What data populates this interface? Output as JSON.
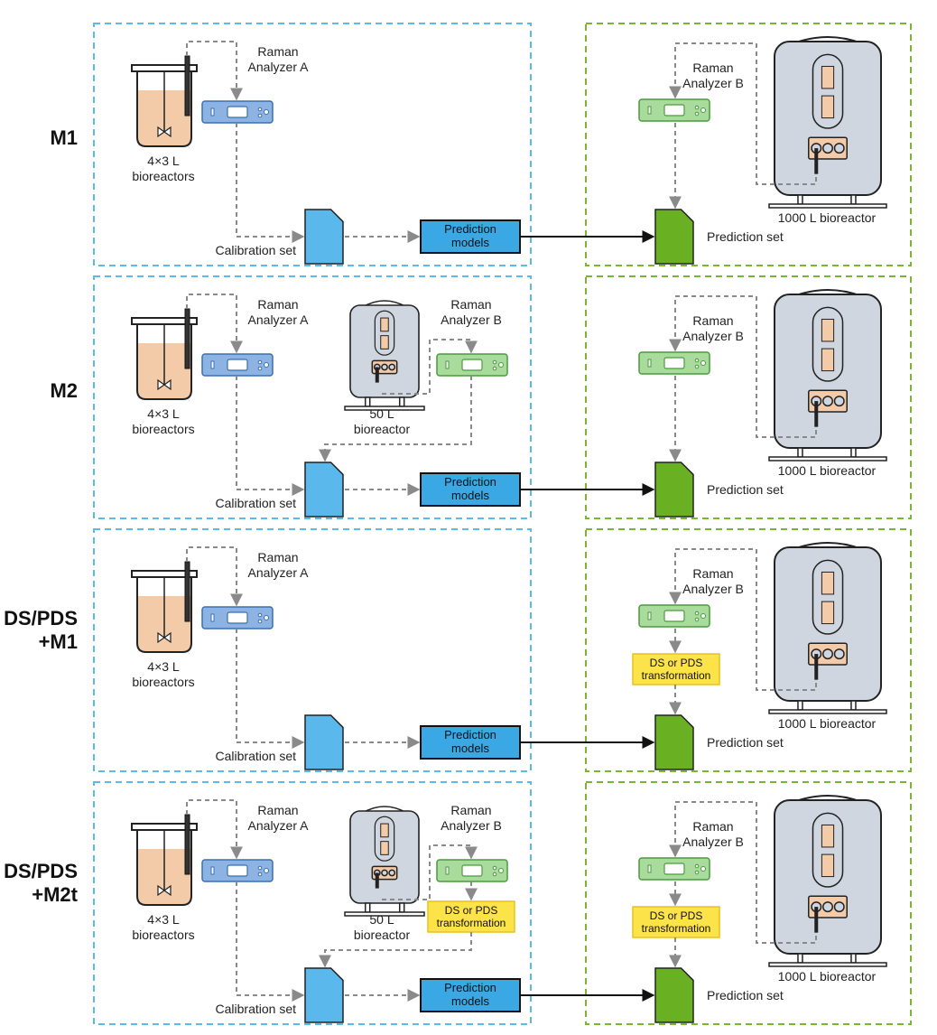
{
  "colors": {
    "left_dash": "#5bbbe6",
    "right_dash": "#7ab534",
    "flow_dash": "#8a8a8a",
    "liquid": "#f3cba8",
    "analyzer_a": "#8db3e2",
    "analyzer_b": "#a9dc9c",
    "calibration_doc": "#5bb8ec",
    "prediction_doc": "#6ab023",
    "prediction_box": "#3aa8e4",
    "yellow": "#fde34a",
    "reactor_body": "#cfd6e0"
  },
  "rows": [
    {
      "label": "M1",
      "analyzer_a": "Raman\nAnalyzer A",
      "small_reactor": "4×3 L\nbioreactors",
      "calibration": "Calibration set",
      "prediction_models": "Prediction\nmodels",
      "analyzer_b_right": "Raman\nAnalyzer B",
      "big_reactor": "1000 L bioreactor",
      "prediction_set": "Prediction set",
      "has_50L": false,
      "left_transform": false,
      "right_transform": false
    },
    {
      "label": "M2",
      "analyzer_a": "Raman\nAnalyzer A",
      "small_reactor": "4×3 L\nbioreactors",
      "mid_reactor": "50 L\nbioreactor",
      "analyzer_b_left": "Raman\nAnalyzer B",
      "calibration": "Calibration set",
      "prediction_models": "Prediction\nmodels",
      "analyzer_b_right": "Raman\nAnalyzer B",
      "big_reactor": "1000 L bioreactor",
      "prediction_set": "Prediction set",
      "has_50L": true,
      "left_transform": false,
      "right_transform": false
    },
    {
      "label": "DS/PDS\n+M1",
      "analyzer_a": "Raman\nAnalyzer A",
      "small_reactor": "4×3 L\nbioreactors",
      "calibration": "Calibration set",
      "prediction_models": "Prediction\nmodels",
      "analyzer_b_right": "Raman\nAnalyzer B",
      "right_transform_text": "DS or PDS\ntransformation",
      "big_reactor": "1000 L bioreactor",
      "prediction_set": "Prediction set",
      "has_50L": false,
      "left_transform": false,
      "right_transform": true
    },
    {
      "label": "DS/PDS\n+M2t",
      "analyzer_a": "Raman\nAnalyzer A",
      "small_reactor": "4×3 L\nbioreactors",
      "mid_reactor": "50 L\nbioreactor",
      "analyzer_b_left": "Raman\nAnalyzer B",
      "left_transform_text": "DS or PDS\ntransformation",
      "calibration": "Calibration set",
      "prediction_models": "Prediction\nmodels",
      "analyzer_b_right": "Raman\nAnalyzer B",
      "right_transform_text": "DS or PDS\ntransformation",
      "big_reactor": "1000 L bioreactor",
      "prediction_set": "Prediction set",
      "has_50L": true,
      "left_transform": true,
      "right_transform": true
    }
  ]
}
